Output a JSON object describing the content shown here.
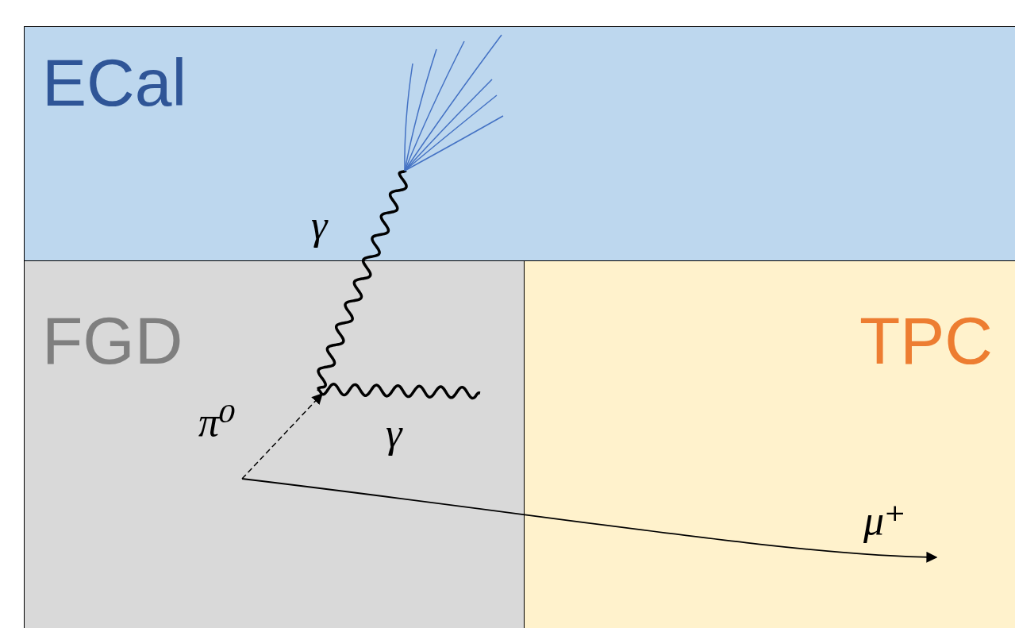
{
  "diagram": {
    "nodes": [
      {
        "text": [
          "ECal"
        ]
      },
      {
        "text": [
          "FGD"
        ]
      },
      {
        "text": [
          "TPC"
        ]
      }
    ],
    "labels": [
      "γ",
      "π⁰",
      "γ",
      "μ⁺"
    ]
  }
}
